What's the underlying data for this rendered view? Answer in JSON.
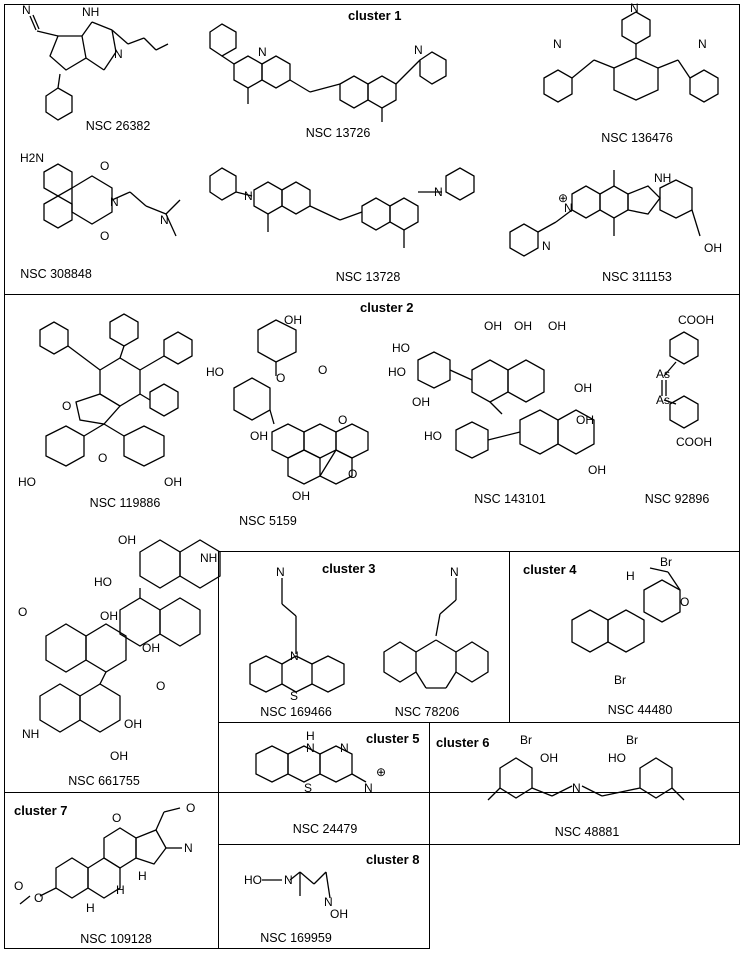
{
  "clusters": [
    {
      "title": "cluster 1",
      "compounds": [
        "NSC 26382",
        "NSC 13726",
        "NSC 136476",
        "NSC 308848",
        "NSC 13728",
        "NSC 311153"
      ]
    },
    {
      "title": "cluster 2",
      "compounds": [
        "NSC 119886",
        "NSC 5159",
        "NSC 143101",
        "NSC 92896",
        "NSC 661755"
      ]
    },
    {
      "title": "cluster 3",
      "compounds": [
        "NSC 169466",
        "NSC 78206"
      ]
    },
    {
      "title": "cluster 4",
      "compounds": [
        "NSC 44480"
      ]
    },
    {
      "title": "cluster 5",
      "compounds": [
        "NSC 24479"
      ]
    },
    {
      "title": "cluster 6",
      "compounds": [
        "NSC 48881"
      ]
    },
    {
      "title": "cluster 7",
      "compounds": [
        "NSC 109128"
      ]
    },
    {
      "title": "cluster 8",
      "compounds": [
        "NSC 169959"
      ]
    }
  ],
  "atom_labels": {
    "nh": "NH",
    "n": "N",
    "h": "H",
    "h2n": "H2N",
    "o": "O",
    "oh": "OH",
    "ho": "HO",
    "cooh": "COOH",
    "as": "As",
    "br": "Br",
    "s": "S",
    "plus": "⊕"
  }
}
